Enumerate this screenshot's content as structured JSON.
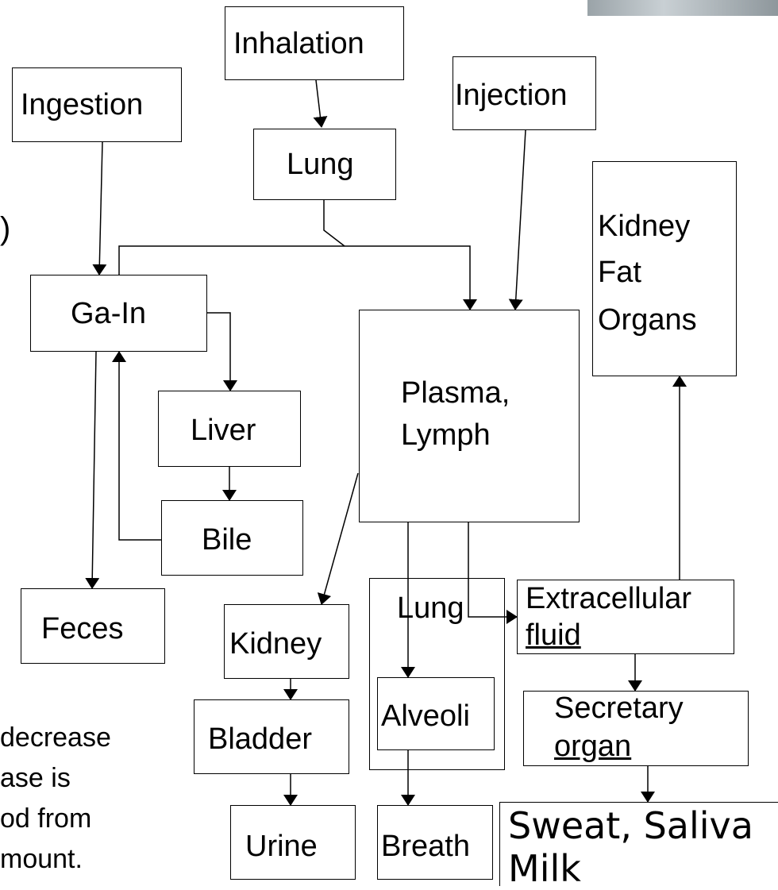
{
  "nodes": {
    "inhalation": "Inhalation",
    "ingestion": "Ingestion",
    "injection": "Injection",
    "lung_top": "Lung",
    "kidney_fat_organs": [
      "Kidney",
      "Fat",
      "Organs"
    ],
    "ga_in": "Ga-In",
    "plasma_lymph": [
      "Plasma,",
      "Lymph"
    ],
    "liver": "Liver",
    "bile": "Bile",
    "feces": "Feces",
    "kidney": "Kidney",
    "lung_lower": "Lung",
    "extracellular_fluid": [
      "Extracellular",
      "fluid"
    ],
    "alveoli": "Alveoli",
    "secretary_organ": [
      "Secretary",
      "organ"
    ],
    "bladder": "Bladder",
    "urine": "Urine",
    "breath": "Breath",
    "sweat_saliva_milk": [
      "Sweat, Saliva",
      "Milk"
    ]
  },
  "left_fragment": ")",
  "bottom_text_fragment": [
    "decrease",
    "ase is",
    "od from",
    "mount."
  ]
}
